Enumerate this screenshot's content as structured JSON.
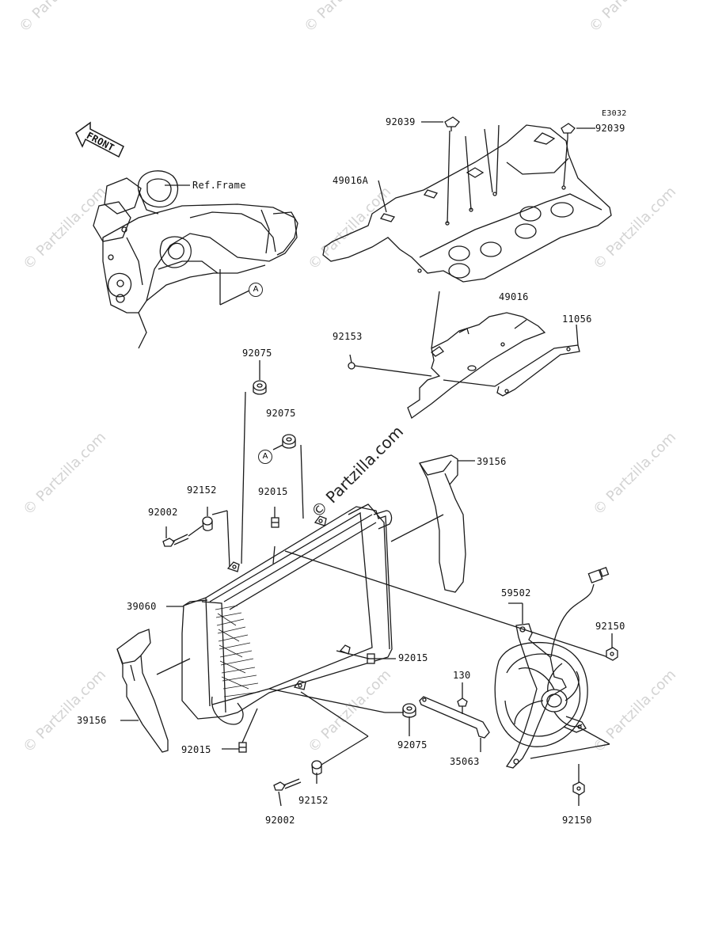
{
  "diagram_code": "E3032",
  "front_label": "FRONT",
  "ref_frame_label": "Ref.Frame",
  "ref_marker": "A",
  "watermark_text": "© Partzilla.com",
  "center_watermark": "© Partzilla.com",
  "parts": {
    "p92039_left": "92039",
    "p92039_right": "92039",
    "p49016A": "49016A",
    "p49016": "49016",
    "p11056": "11056",
    "p92153": "92153",
    "p92075_top": "92075",
    "p92075_mid": "92075",
    "p92075_bot": "92075",
    "p39156_right": "39156",
    "p39156_left": "39156",
    "p92152_top": "92152",
    "p92152_bot": "92152",
    "p92002_top": "92002",
    "p92002_bot": "92002",
    "p92015_top": "92015",
    "p92015_mid": "92015",
    "p92015_bot": "92015",
    "p39060": "39060",
    "p59502": "59502",
    "p92150_top": "92150",
    "p92150_bot": "92150",
    "p130": "130",
    "p35063": "35063"
  }
}
